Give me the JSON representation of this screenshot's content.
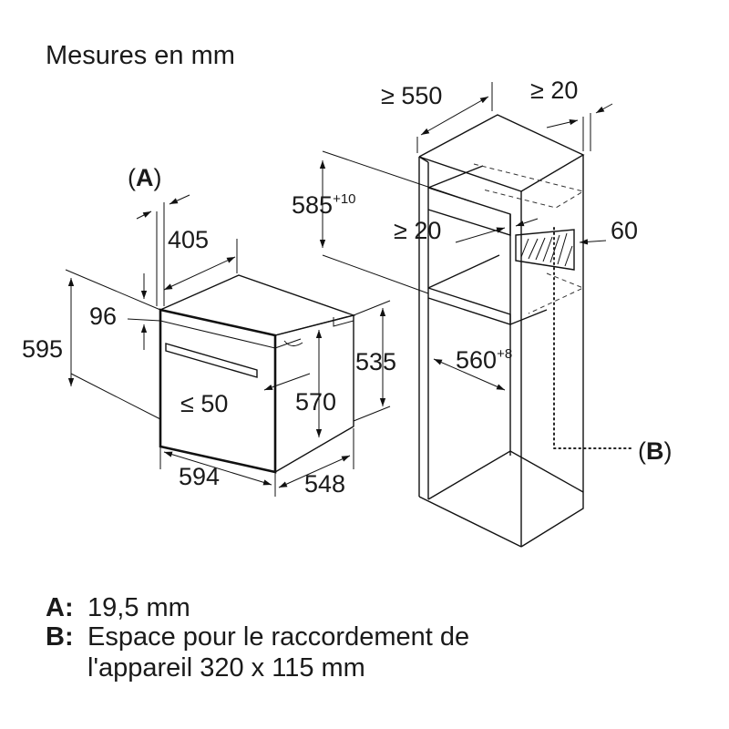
{
  "header": {
    "title": "Mesures en mm"
  },
  "labels": {
    "oven_a_left": "(",
    "oven_a_letter": "A",
    "oven_a_right": ")",
    "depth_405": "405",
    "height_96": "96",
    "height_595": "595",
    "gap_le50": "≤ 50",
    "height_570": "570",
    "height_535": "535",
    "width_594": "594",
    "depth_548": "548",
    "cabinet_ge550": "≥ 550",
    "cabinet_ge20_top": "≥ 20",
    "niche_585": "585",
    "niche_585_sup": "+10",
    "cabinet_ge20_mid": "≥ 20",
    "vent_60": "60",
    "niche_560": "560",
    "niche_560_sup": "+8",
    "cabinet_b_left": "(",
    "cabinet_b_letter": "B",
    "cabinet_b_right": ")"
  },
  "legend": {
    "a_key": "A:",
    "a_text": "19,5 mm",
    "b_key": "B:",
    "b_text_line1": "Espace pour le raccordement de",
    "b_text_line2": "l'appareil 320 x 115 mm"
  }
}
